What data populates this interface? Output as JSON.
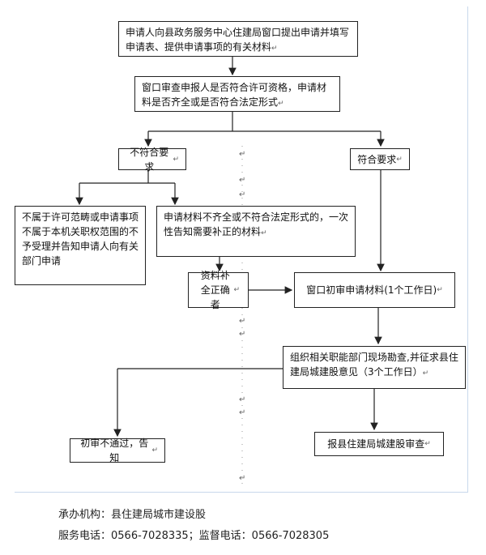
{
  "steps": {
    "apply": "申请人向县政务服务中心住建局窗口提出申请并填写申请表、提供申请事项的有关材料",
    "review": "窗口审查申报人是否符合许可资格，申请材料是否齐全或是否符合法定形式",
    "not_qualified": "不符合要求",
    "qualified": "符合要求",
    "out_of_scope": "不属于许可范畴或申请事项不属于本机关职权范围的不予受理并告知申请人向有关部门申请",
    "incomplete": "申请材料不齐全或不符合法定形式的，一次性告知需要补正的材料",
    "supplement": "资料补全正确者",
    "initial_review": "窗口初审申请材料(1个工作日)",
    "site_survey": "组织相关职能部门现场勘查,并征求县住建局城建股意见（3个工作日）",
    "reject_notice": "初审不通过，告知",
    "submit": "报县住建局城建股审查"
  },
  "marks": {
    "return_mark": "↵"
  },
  "footer": {
    "org": "承办机构：县住建局城市建设股",
    "phones": "服务电话：0566-7028335；监督电话：0566-7028305"
  }
}
